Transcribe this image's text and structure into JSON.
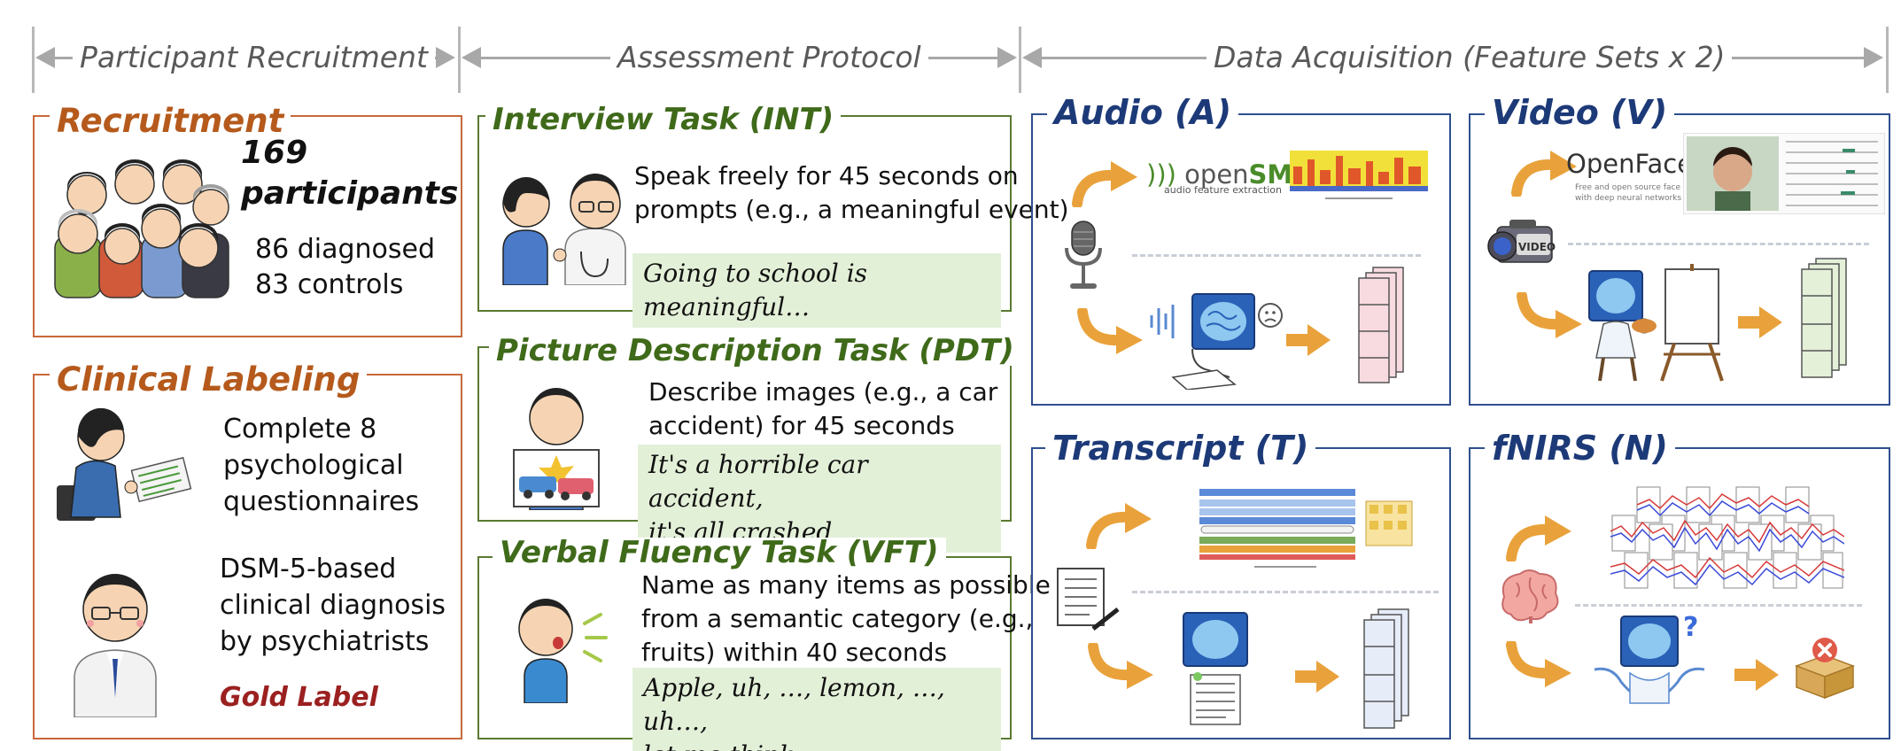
{
  "headers": {
    "recruitment": "Participant Recruitment",
    "protocol": "Assessment Protocol",
    "acquisition": "Data Acquisition (Feature Sets x 2)"
  },
  "recruitment": {
    "title": "Recruitment",
    "count_line1": "169",
    "count_line2": "participants",
    "diagnosed": "86 diagnosed",
    "controls": "83 controls"
  },
  "clinical": {
    "title": "Clinical Labeling",
    "item1": [
      "Complete 8",
      "psychological",
      "questionnaires"
    ],
    "item2": [
      "DSM-5-based",
      "clinical diagnosis",
      "by psychiatrists"
    ],
    "gold_label": "Gold Label"
  },
  "tasks": {
    "int": {
      "title": "Interview Task (INT)",
      "desc": [
        "Speak freely for 45 seconds on",
        "prompts (e.g., a meaningful event)"
      ],
      "quote": [
        "Going to school is meaningful…"
      ]
    },
    "pdt": {
      "title": "Picture Description Task (PDT)",
      "desc": [
        "Describe images (e.g., a car",
        "accident) for 45 seconds"
      ],
      "quote": [
        "It's a horrible car accident,",
        "it's all crashed…"
      ]
    },
    "vft": {
      "title": "Verbal Fluency Task (VFT)",
      "desc": [
        "Name as many items as possible",
        "from a semantic category (e.g.,",
        "fruits) within 40 seconds"
      ],
      "quote": [
        "Apple, uh, …, lemon, …, uh…,",
        "let me think…"
      ]
    }
  },
  "modalities": {
    "audio": {
      "title": "Audio (A)",
      "tool_prefix": "open",
      "tool_suffix": "SMILE",
      "tool_sub": "audio feature extraction"
    },
    "video": {
      "title": "Video (V)",
      "tool": "OpenFace",
      "tool_sub": [
        "Free and open source face recognition",
        "with deep neural networks"
      ],
      "camera_label": "VIDEO"
    },
    "transcript": {
      "title": "Transcript (T)"
    },
    "fnirs": {
      "title": "fNIRS (N)"
    }
  },
  "colors": {
    "orange": "#c8683a",
    "green": "#5a7a32",
    "blue": "#2f4f8e",
    "quote_bg": "#e3f0d8",
    "gold_label": "#9b2020",
    "arrow_orange": "#e9a23b"
  }
}
